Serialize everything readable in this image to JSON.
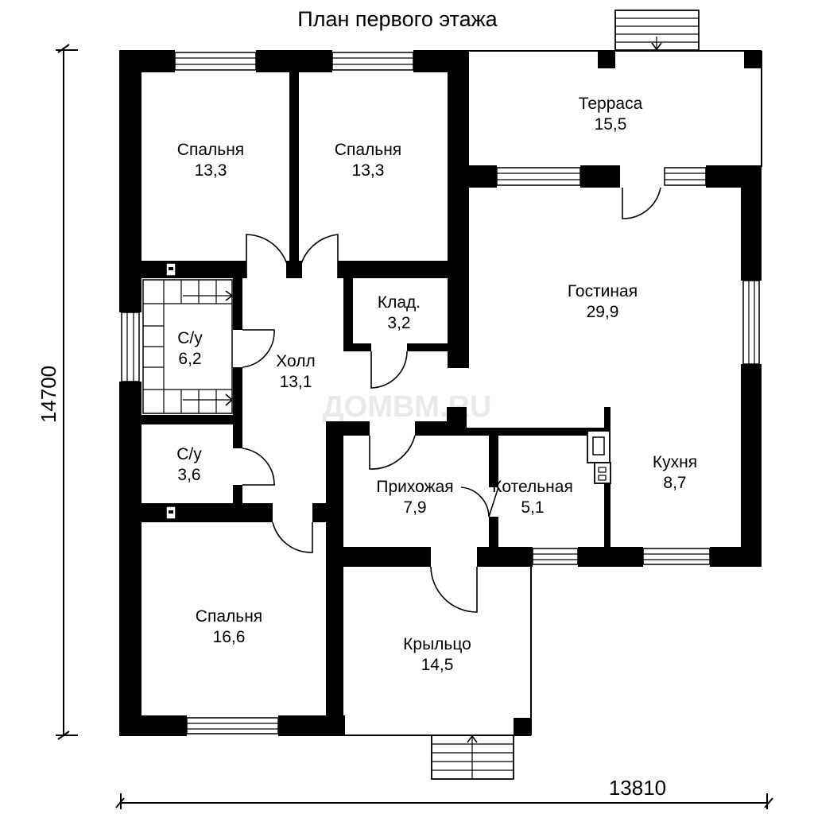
{
  "title": "План первого этажа",
  "watermark": "ДОМВМ.RU",
  "dimensions": {
    "height": "14700",
    "width": "13810"
  },
  "rooms": [
    {
      "name": "Спальня",
      "area": "13,3"
    },
    {
      "name": "Спальня",
      "area": "13,3"
    },
    {
      "name": "Терраса",
      "area": "15,5"
    },
    {
      "name": "Гостиная",
      "area": "29,9"
    },
    {
      "name": "Клад.",
      "area": "3,2"
    },
    {
      "name": "С/у",
      "area": "6,2"
    },
    {
      "name": "Холл",
      "area": "13,1"
    },
    {
      "name": "С/у",
      "area": "3,6"
    },
    {
      "name": "Прихожая",
      "area": "7,9"
    },
    {
      "name": "Котельная",
      "area": "5,1"
    },
    {
      "name": "Кухня",
      "area": "8,7"
    },
    {
      "name": "Спальня",
      "area": "16,6"
    },
    {
      "name": "Крыльцо",
      "area": "14,5"
    }
  ]
}
